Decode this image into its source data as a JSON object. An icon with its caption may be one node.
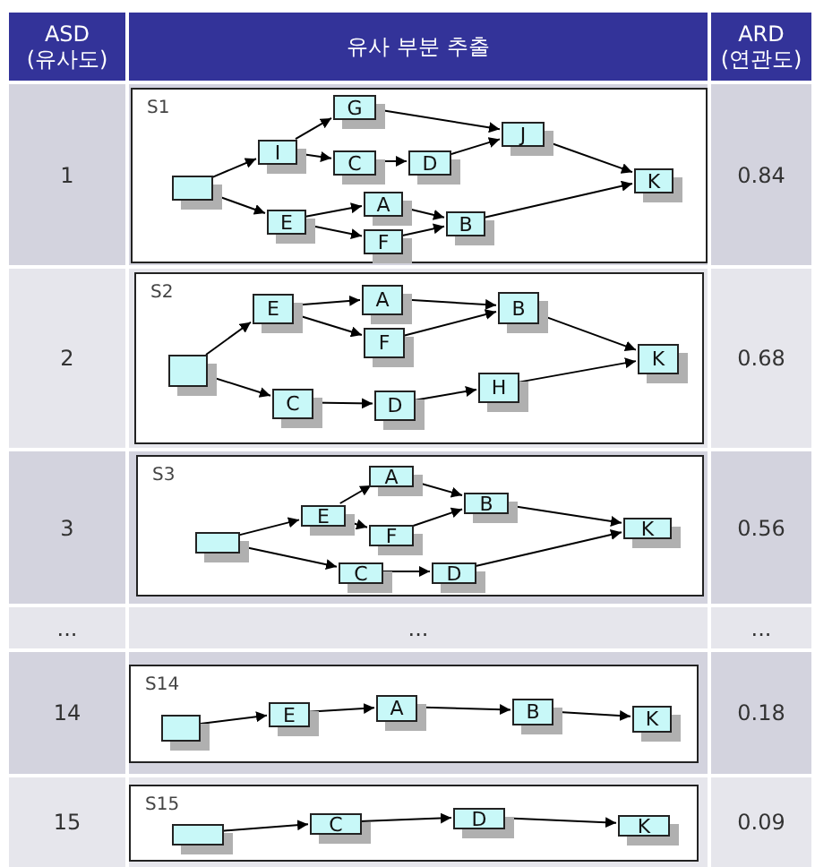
{
  "diagram": {
    "nodes": [
      {
        "text": [
          "S1"
        ]
      },
      {
        "text": [],
        "shape": "box",
        "in": 0
      },
      {
        "text": [
          "I"
        ],
        "in": 0
      },
      {
        "text": [
          "G"
        ],
        "in": 0
      },
      {
        "text": [
          "C"
        ],
        "in": 0
      },
      {
        "text": [
          "D"
        ],
        "in": 0
      },
      {
        "text": [
          "J"
        ],
        "in": 0
      },
      {
        "text": [
          "E"
        ],
        "in": 0
      },
      {
        "text": [
          "A"
        ],
        "in": 0
      },
      {
        "text": [
          "F"
        ],
        "in": 0
      },
      {
        "text": [
          "B"
        ],
        "in": 0
      },
      {
        "text": [
          "K"
        ],
        "in": 0
      },
      {
        "text": [
          "S2"
        ]
      },
      {
        "text": [],
        "shape": "box",
        "in": 12
      },
      {
        "text": [
          "E"
        ],
        "in": 12
      },
      {
        "text": [
          "A"
        ],
        "in": 12
      },
      {
        "text": [
          "F"
        ],
        "in": 12
      },
      {
        "text": [
          "B"
        ],
        "in": 12
      },
      {
        "text": [
          "C"
        ],
        "in": 12
      },
      {
        "text": [
          "D"
        ],
        "in": 12
      },
      {
        "text": [
          "H"
        ],
        "in": 12
      },
      {
        "text": [
          "K"
        ],
        "in": 12
      },
      {
        "text": [
          "S3"
        ]
      },
      {
        "text": [],
        "shape": "box",
        "in": 22
      },
      {
        "text": [
          "A"
        ],
        "in": 22
      },
      {
        "text": [
          "E"
        ],
        "in": 22
      },
      {
        "text": [
          "F"
        ],
        "in": 22
      },
      {
        "text": [
          "B"
        ],
        "in": 22
      },
      {
        "text": [
          "C"
        ],
        "in": 22
      },
      {
        "text": [
          "D"
        ],
        "in": 22
      },
      {
        "text": [
          "K"
        ],
        "in": 22
      },
      {
        "text": [
          "S14"
        ]
      },
      {
        "text": [],
        "shape": "box",
        "in": 31
      },
      {
        "text": [
          "E"
        ],
        "in": 31
      },
      {
        "text": [
          "A"
        ],
        "in": 31
      },
      {
        "text": [
          "B"
        ],
        "in": 31
      },
      {
        "text": [
          "K"
        ],
        "in": 31
      },
      {
        "text": [
          "S15"
        ]
      },
      {
        "text": [],
        "shape": "box",
        "in": 37
      },
      {
        "text": [
          "C"
        ],
        "in": 37
      },
      {
        "text": [
          "D"
        ],
        "in": 37
      },
      {
        "text": [
          "K"
        ],
        "in": 37
      }
    ],
    "edges": [
      {
        "from": 1,
        "to": 2,
        "arrow": "to"
      },
      {
        "from": 1,
        "to": 7,
        "arrow": "to"
      },
      {
        "from": 2,
        "to": 3,
        "arrow": "to"
      },
      {
        "from": 2,
        "to": 4,
        "arrow": "to"
      },
      {
        "from": 4,
        "to": 5,
        "arrow": "to"
      },
      {
        "from": 3,
        "to": 6,
        "arrow": "to"
      },
      {
        "from": 5,
        "to": 6,
        "arrow": "to"
      },
      {
        "from": 7,
        "to": 8,
        "arrow": "to"
      },
      {
        "from": 7,
        "to": 9,
        "arrow": "to"
      },
      {
        "from": 8,
        "to": 10,
        "arrow": "to"
      },
      {
        "from": 9,
        "to": 10,
        "arrow": "to"
      },
      {
        "from": 6,
        "to": 11,
        "arrow": "to"
      },
      {
        "from": 10,
        "to": 11,
        "arrow": "to"
      },
      {
        "from": 13,
        "to": 14,
        "arrow": "to"
      },
      {
        "from": 13,
        "to": 18,
        "arrow": "to"
      },
      {
        "from": 14,
        "to": 15,
        "arrow": "to"
      },
      {
        "from": 14,
        "to": 16,
        "arrow": "to"
      },
      {
        "from": 15,
        "to": 17,
        "arrow": "to"
      },
      {
        "from": 16,
        "to": 17,
        "arrow": "to"
      },
      {
        "from": 17,
        "to": 21,
        "arrow": "to"
      },
      {
        "from": 18,
        "to": 19,
        "arrow": "to"
      },
      {
        "from": 19,
        "to": 20,
        "arrow": "to"
      },
      {
        "from": 20,
        "to": 21,
        "arrow": "to"
      },
      {
        "from": 23,
        "to": 25,
        "arrow": "to"
      },
      {
        "from": 23,
        "to": 28,
        "arrow": "to"
      },
      {
        "from": 25,
        "to": 24,
        "arrow": "to"
      },
      {
        "from": 25,
        "to": 26,
        "arrow": "to"
      },
      {
        "from": 24,
        "to": 27,
        "arrow": "to"
      },
      {
        "from": 26,
        "to": 27,
        "arrow": "to"
      },
      {
        "from": 27,
        "to": 30,
        "arrow": "to"
      },
      {
        "from": 28,
        "to": 29,
        "arrow": "to"
      },
      {
        "from": 29,
        "to": 30,
        "arrow": "to"
      },
      {
        "from": 32,
        "to": 33,
        "arrow": "to"
      },
      {
        "from": 33,
        "to": 34,
        "arrow": "to"
      },
      {
        "from": 34,
        "to": 35,
        "arrow": "to"
      },
      {
        "from": 35,
        "to": 36,
        "arrow": "to"
      },
      {
        "from": 38,
        "to": 39,
        "arrow": "to"
      },
      {
        "from": 39,
        "to": 40,
        "arrow": "to"
      },
      {
        "from": 40,
        "to": 41,
        "arrow": "to"
      }
    ],
    "labels": [
      "ASD (유사도)",
      "유사 부분 추출",
      "ARD (연관도)",
      "1",
      "0.84",
      "2",
      "0.68",
      "3",
      "0.56",
      "...",
      "...",
      "...",
      "14",
      "0.18",
      "15",
      "0.09"
    ]
  }
}
